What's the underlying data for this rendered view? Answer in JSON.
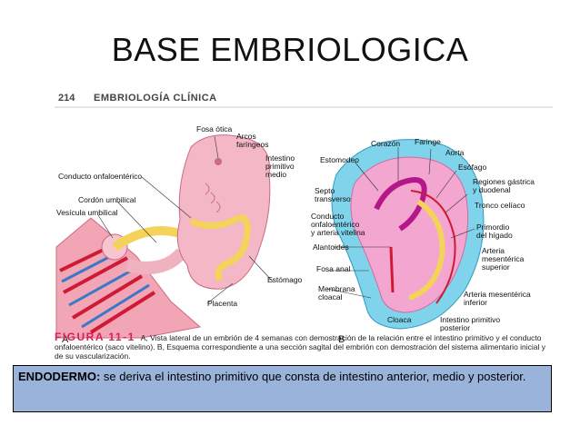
{
  "slide": {
    "title": "BASE EMBRIOLOGICA"
  },
  "book": {
    "page_number": "214",
    "section": "EMBRIOLOGÍA CLÍNICA"
  },
  "figure_a": {
    "panel": "A",
    "labels": {
      "fosa_otica": "Fosa ótica",
      "arcos_faringeos": "Arcos\nfaríngeos",
      "conducto_onfaloenterico": "Conducto onfaloentérico",
      "intestino_primitivo_medio": "Intestino\nprimitivo\nmedio",
      "cordon_umbilical": "Cordón umbilical",
      "vesicula_umbilical": "Vesícula umbilical",
      "estomago": "Estómago",
      "placenta": "Placenta"
    }
  },
  "figure_b": {
    "panel": "B",
    "labels": {
      "corazon": "Corazón",
      "faringe": "Faringe",
      "aorta": "Aorta",
      "estomodeo": "Estomodeo",
      "esofago": "Esófago",
      "regiones_gastrica": "Regiones gástrica\ny duodenal",
      "septo_transverso": "Septo\ntransverso",
      "tronco_celiaco": "Tronco celíaco",
      "conducto_onfaloenterico": "Conducto\nonfaloentérico\ny arteria vitelina",
      "primordio_higado": "Primordio\ndel hígado",
      "alantoides": "Alantoides",
      "arteria_mesenterica_superior": "Arteria\nmesentérica\nsuperior",
      "fosa_anal": "Fosa anal",
      "membrana_cloacal": "Membrana\ncloacal",
      "arteria_mesenterica_inferior": "Arteria mesentérica\ninferior",
      "cloaca": "Cloaca",
      "intestino_primitivo_posterior": "Intestino primitivo\nposterior"
    }
  },
  "caption": {
    "figure_label": "FIGURA 11-1",
    "text": "A, Vista lateral de un embrión de 4 semanas con demostración de la relación entre el intestino primitivo y el conducto onfaloentérico (saco vitelino). B, Esquema correspondiente a una sección sagital del embrión con demostración del sistema alimentario inicial y de su vascularización."
  },
  "note": {
    "term": "ENDODERMO:",
    "text": " se deriva el intestino primitivo que consta de intestino anterior, medio y posterior."
  }
}
